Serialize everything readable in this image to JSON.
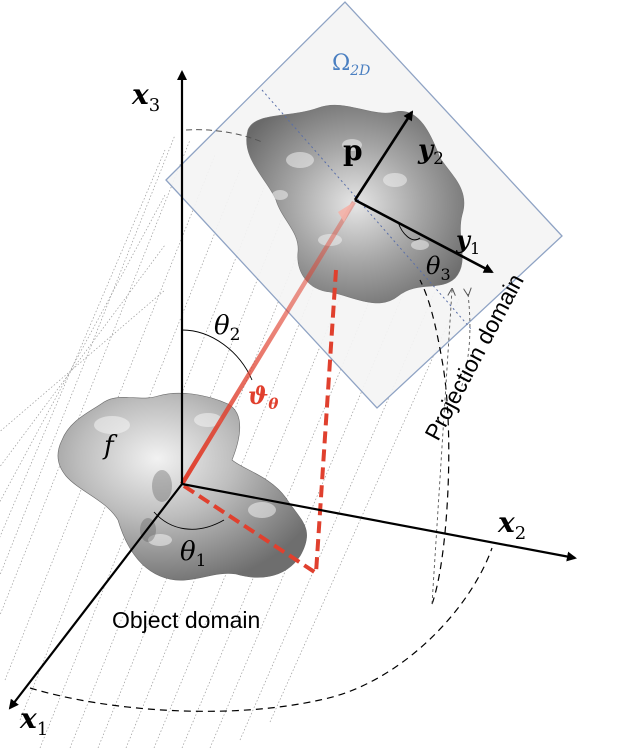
{
  "labels": {
    "x3": "x",
    "x3_sub": "3",
    "x2": "x",
    "x2_sub": "2",
    "x1": "x",
    "x1_sub": "1",
    "omega": "Ω",
    "omega_sub": "2D",
    "p": "p",
    "y2": "y",
    "y2_sub": "2",
    "y1": "y",
    "y1_sub": "1",
    "theta3": "θ",
    "theta3_sub": "3",
    "theta2": "θ",
    "theta2_sub": "2",
    "theta1": "θ",
    "theta1_sub": "1",
    "vartheta": "ϑ",
    "vartheta_sub": "θ",
    "f": "f",
    "projection_domain": "Projection domain",
    "object_domain": "Object domain"
  },
  "colors": {
    "axis": "#000000",
    "red": "#e0402e",
    "plane_border": "#8fa3c4",
    "plane_fill": "#f4f4f4",
    "omega_label": "#4a7fc1",
    "blob": "#9a9a9a"
  }
}
